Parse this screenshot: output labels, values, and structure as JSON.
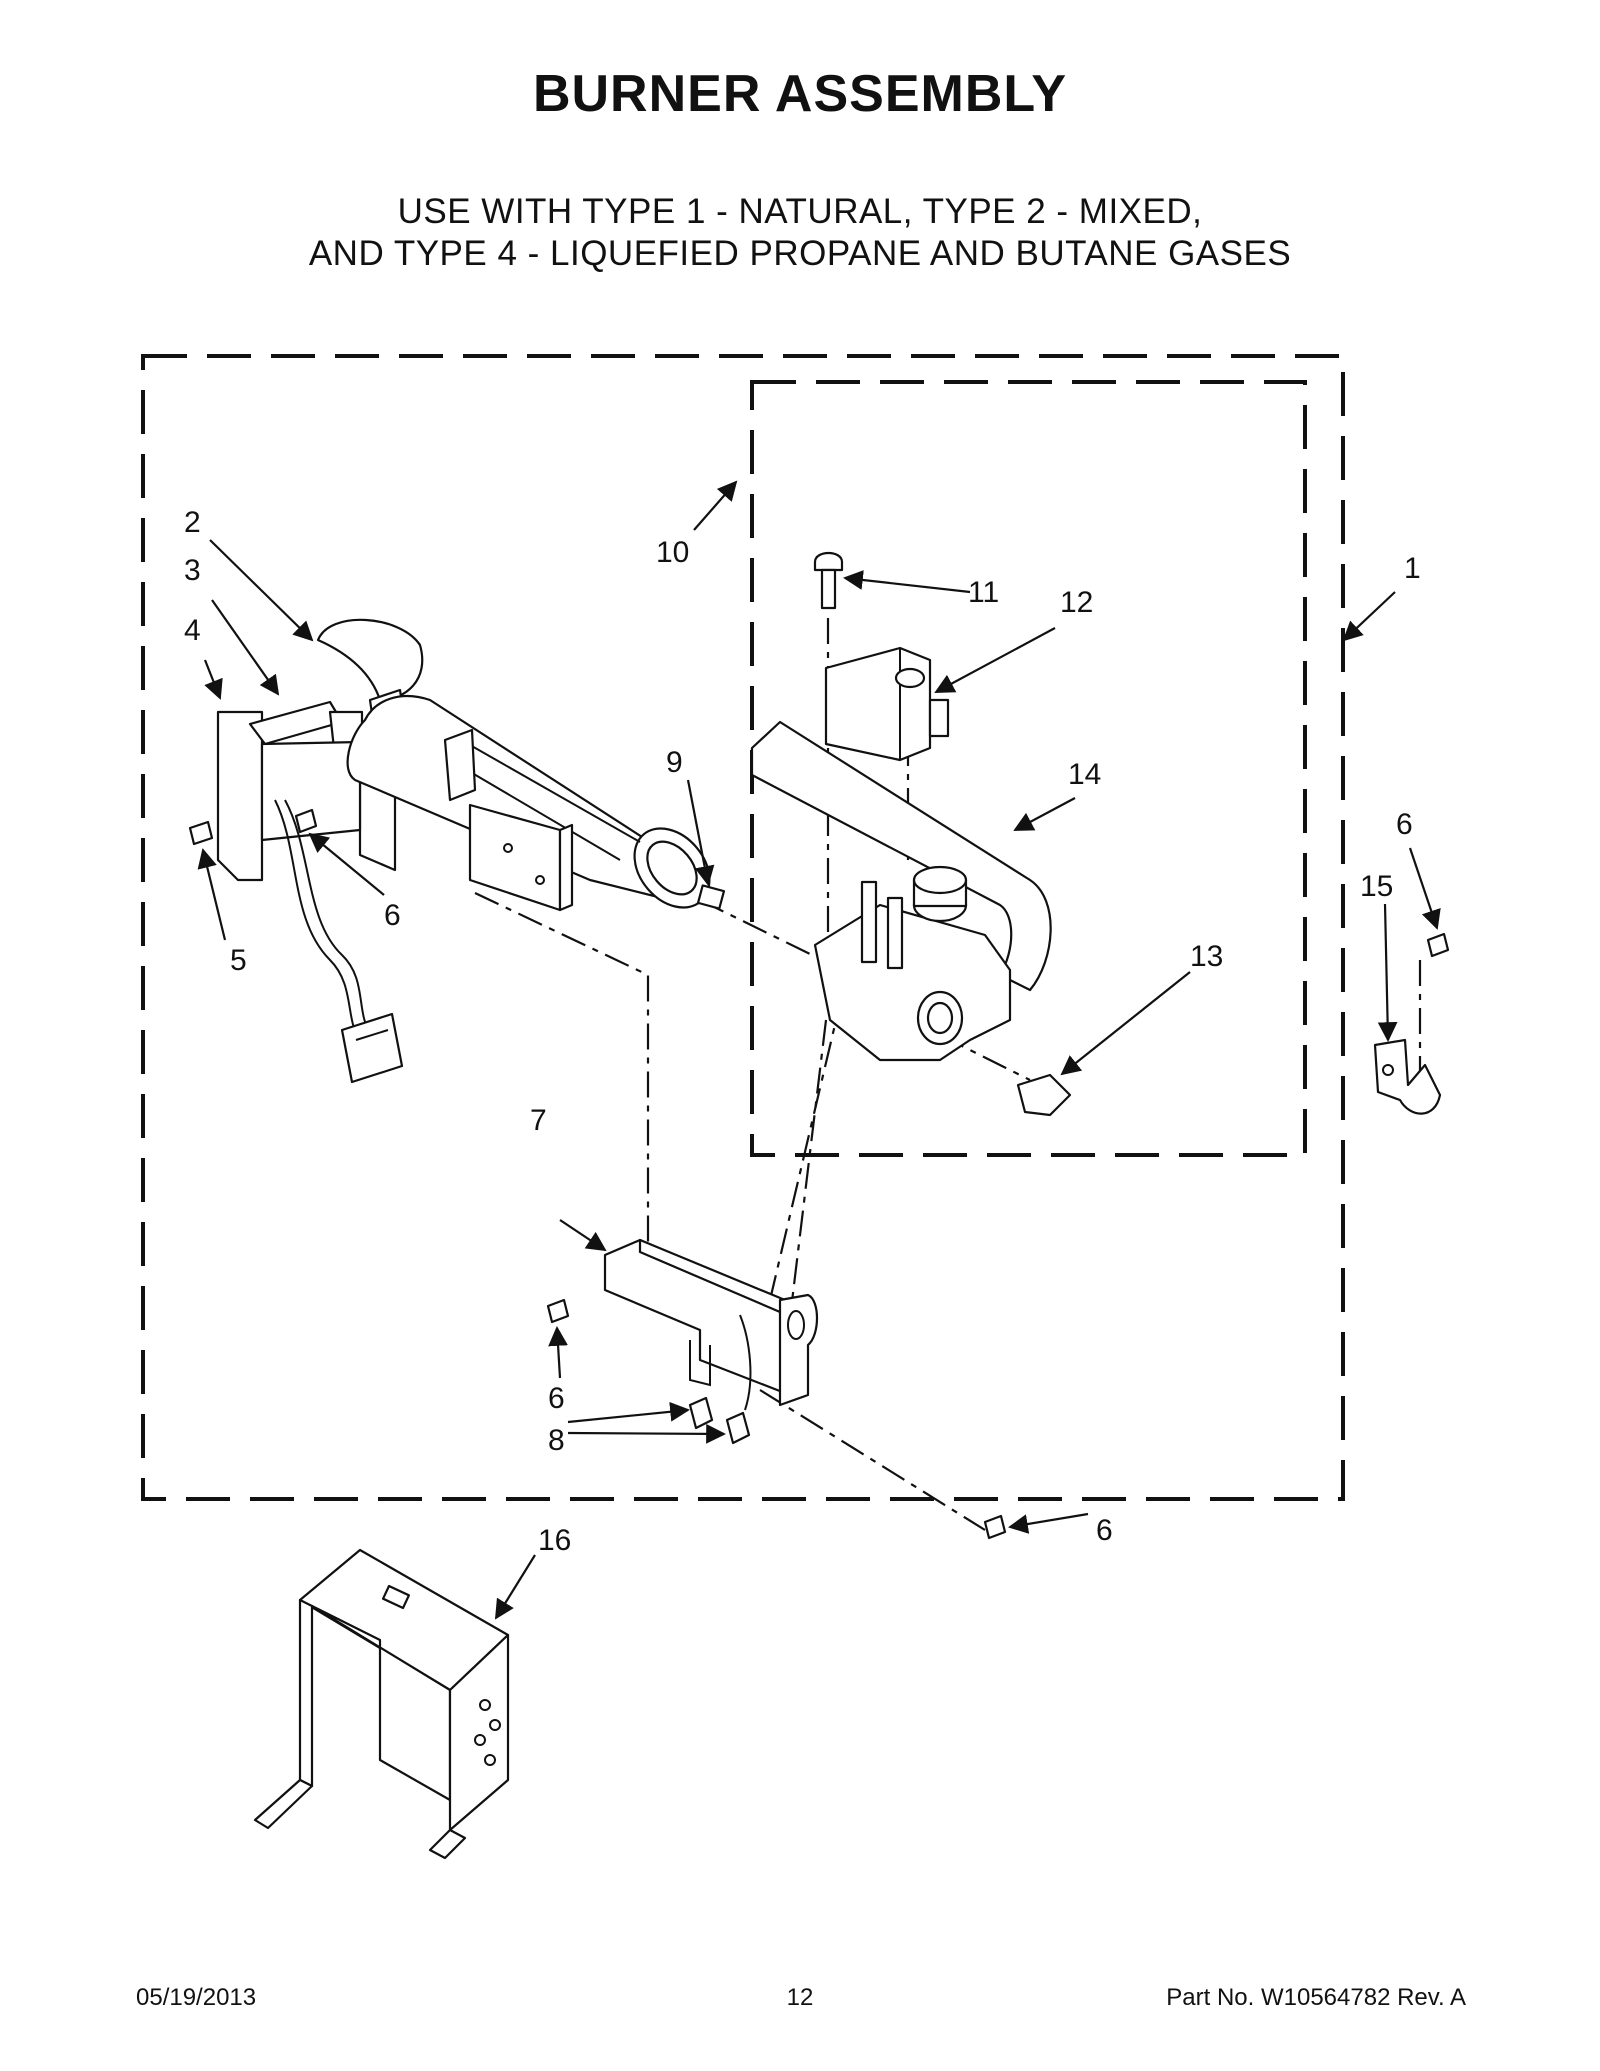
{
  "title": "BURNER ASSEMBLY",
  "subtitle_line1": "USE WITH TYPE 1 - NATURAL, TYPE 2 - MIXED,",
  "subtitle_line2": "AND TYPE 4 - LIQUEFIED PROPANE AND BUTANE GASES",
  "callouts": {
    "c1": "1",
    "c2": "2",
    "c3": "3",
    "c4": "4",
    "c5": "5",
    "c6a": "6",
    "c6b": "6",
    "c6c": "6",
    "c6d": "6",
    "c7": "7",
    "c8": "8",
    "c9": "9",
    "c10": "10",
    "c11": "11",
    "c12": "12",
    "c13": "13",
    "c14": "14",
    "c15": "15",
    "c16": "16"
  },
  "footer": {
    "date": "05/19/2013",
    "page": "12",
    "part": "Part No.  W10564782  Rev.  A"
  }
}
